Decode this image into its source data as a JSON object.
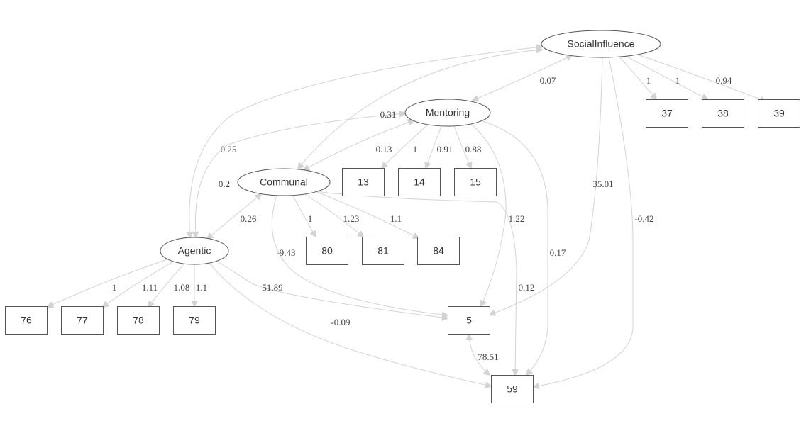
{
  "diagram": {
    "type": "SEM path diagram",
    "colors": {
      "edge": "#d3d3d3",
      "node_border": "#555555",
      "text": "#333333",
      "background": "#ffffff"
    },
    "latent_variables": [
      "SocialInfluence",
      "Mentoring",
      "Communal",
      "Agentic"
    ],
    "observed_variables": [
      "37",
      "38",
      "39",
      "13",
      "14",
      "15",
      "80",
      "81",
      "84",
      "76",
      "77",
      "78",
      "79",
      "5",
      "59"
    ],
    "nodes": [
      {
        "id": "SocialInfluence",
        "label": "SocialInfluence",
        "kind": "latent"
      },
      {
        "id": "Mentoring",
        "label": "Mentoring",
        "kind": "latent"
      },
      {
        "id": "Communal",
        "label": "Communal",
        "kind": "latent"
      },
      {
        "id": "Agentic",
        "label": "Agentic",
        "kind": "latent"
      },
      {
        "id": "n37",
        "label": "37",
        "kind": "observed"
      },
      {
        "id": "n38",
        "label": "38",
        "kind": "observed"
      },
      {
        "id": "n39",
        "label": "39",
        "kind": "observed"
      },
      {
        "id": "n13",
        "label": "13",
        "kind": "observed"
      },
      {
        "id": "n14",
        "label": "14",
        "kind": "observed"
      },
      {
        "id": "n15",
        "label": "15",
        "kind": "observed"
      },
      {
        "id": "n80",
        "label": "80",
        "kind": "observed"
      },
      {
        "id": "n81",
        "label": "81",
        "kind": "observed"
      },
      {
        "id": "n84",
        "label": "84",
        "kind": "observed"
      },
      {
        "id": "n76",
        "label": "76",
        "kind": "observed"
      },
      {
        "id": "n77",
        "label": "77",
        "kind": "observed"
      },
      {
        "id": "n78",
        "label": "78",
        "kind": "observed"
      },
      {
        "id": "n79",
        "label": "79",
        "kind": "observed"
      },
      {
        "id": "n5",
        "label": "5",
        "kind": "observed"
      },
      {
        "id": "n59",
        "label": "59",
        "kind": "observed"
      }
    ],
    "edges": [
      {
        "from": "SocialInfluence",
        "to": "n37",
        "label": "1",
        "type": "loading"
      },
      {
        "from": "SocialInfluence",
        "to": "n38",
        "label": "1",
        "type": "loading"
      },
      {
        "from": "SocialInfluence",
        "to": "n39",
        "label": "0.94",
        "type": "loading"
      },
      {
        "from": "Mentoring",
        "to": "n13",
        "label": "1",
        "type": "loading"
      },
      {
        "from": "Mentoring",
        "to": "n14",
        "label": "0.91",
        "type": "loading"
      },
      {
        "from": "Mentoring",
        "to": "n15",
        "label": "0.88",
        "type": "loading"
      },
      {
        "from": "Communal",
        "to": "n80",
        "label": "1",
        "type": "loading"
      },
      {
        "from": "Communal",
        "to": "n81",
        "label": "1.23",
        "type": "loading"
      },
      {
        "from": "Communal",
        "to": "n84",
        "label": "1.1",
        "type": "loading"
      },
      {
        "from": "Agentic",
        "to": "n76",
        "label": "1",
        "type": "loading"
      },
      {
        "from": "Agentic",
        "to": "n77",
        "label": "1.11",
        "type": "loading"
      },
      {
        "from": "Agentic",
        "to": "n78",
        "label": "1.08",
        "type": "loading"
      },
      {
        "from": "Agentic",
        "to": "n79",
        "label": "1.1",
        "type": "loading"
      },
      {
        "from": "SocialInfluence",
        "to": "Mentoring",
        "label": "0.07",
        "type": "covariance"
      },
      {
        "from": "SocialInfluence",
        "to": "Communal",
        "label": "0.31",
        "type": "covariance"
      },
      {
        "from": "SocialInfluence",
        "to": "Agentic",
        "label": "0.25",
        "type": "covariance"
      },
      {
        "from": "Mentoring",
        "to": "Communal",
        "label": "0.13",
        "type": "covariance"
      },
      {
        "from": "Mentoring",
        "to": "Agentic",
        "label": "0.2",
        "type": "covariance"
      },
      {
        "from": "Communal",
        "to": "Agentic",
        "label": "0.26",
        "type": "covariance"
      },
      {
        "from": "SocialInfluence",
        "to": "n5",
        "label": "35.01",
        "type": "regression"
      },
      {
        "from": "SocialInfluence",
        "to": "n59",
        "label": "-0.42",
        "type": "regression"
      },
      {
        "from": "Mentoring",
        "to": "n5",
        "label": "1.22",
        "type": "regression"
      },
      {
        "from": "Mentoring",
        "to": "n59",
        "label": "0.17",
        "type": "regression"
      },
      {
        "from": "Communal",
        "to": "n5",
        "label": "-9.43",
        "type": "regression"
      },
      {
        "from": "Communal",
        "to": "n59",
        "label": "0.12",
        "type": "regression"
      },
      {
        "from": "Agentic",
        "to": "n5",
        "label": "51.89",
        "type": "regression"
      },
      {
        "from": "Agentic",
        "to": "n59",
        "label": "-0.09",
        "type": "regression"
      },
      {
        "from": "n5",
        "to": "n59",
        "label": "78.51",
        "type": "covariance"
      }
    ]
  }
}
